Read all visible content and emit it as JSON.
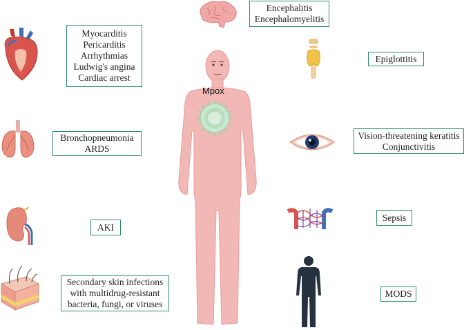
{
  "center": {
    "title": "Mpox"
  },
  "boxes": {
    "brain": [
      "Encephalitis",
      "Encephalomyelitis"
    ],
    "heart": [
      "Myocarditis",
      "Pericarditis",
      "Arrhythmias",
      "Ludwig's angina",
      "Cardiac arrest"
    ],
    "throat": [
      "Epiglottitis"
    ],
    "lungs": [
      "Bronchopneumonia",
      "ARDS"
    ],
    "eye": [
      "Vision-threatening keratitis",
      "Conjunctivitis"
    ],
    "kidney": [
      "AKI"
    ],
    "vessels": [
      "Sepsis"
    ],
    "skin": [
      "Secondary skin infections",
      "with multidrug-resistant",
      "bacteria, fungi, or viruses"
    ],
    "body": [
      "MODS"
    ]
  },
  "icons": [
    "brain-icon",
    "heart-icon",
    "thyroid-icon",
    "lungs-icon",
    "eye-icon",
    "kidney-icon",
    "blood-vessels-icon",
    "skin-icon",
    "human-silhouette-icon",
    "body-figure",
    "virus-icon"
  ],
  "colors": {
    "box_border": "#2e8b6a",
    "body": "#f2b8b6",
    "virus": "#c9e8cf"
  }
}
